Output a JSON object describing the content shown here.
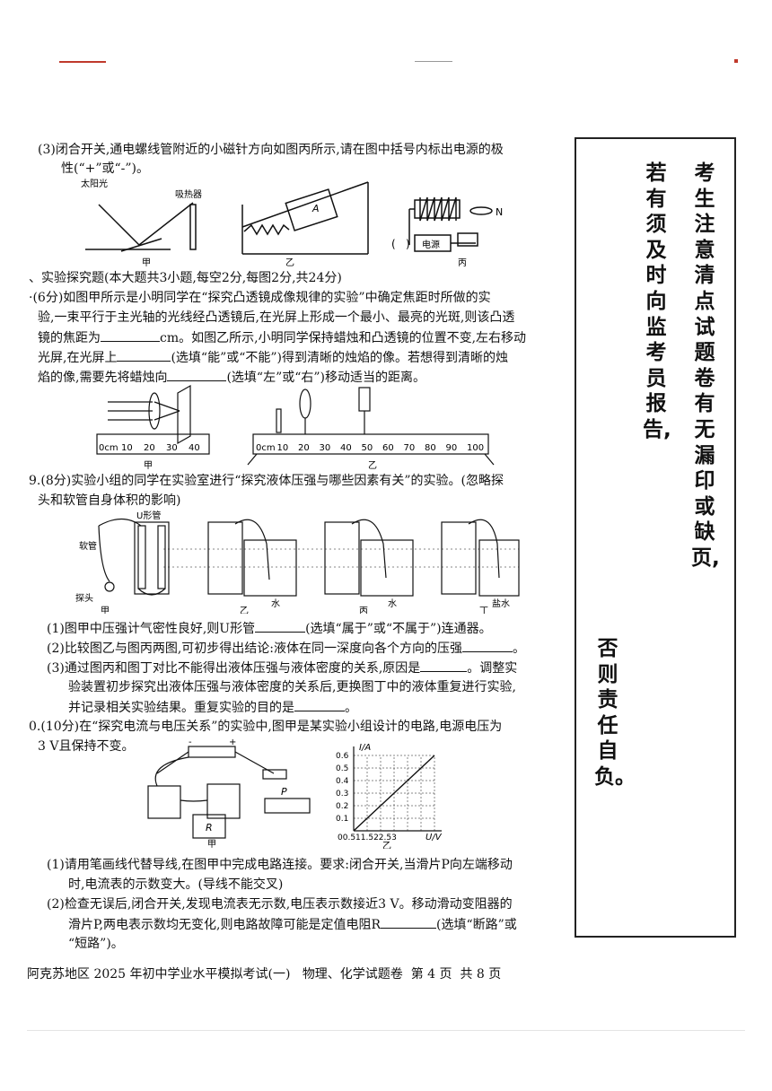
{
  "q3_part": {
    "line1": "(3)闭合开关,通电螺线管附近的小磁针方向如图丙所示,请在图中括号内标出电源的极",
    "line2": "性(“+”或“-”)。"
  },
  "fig_row1": {
    "sun_label": "太阳光",
    "absorber_label": "吸热器",
    "block_label": "A",
    "n_label": "N",
    "source_label": "电源",
    "bracket_open": "(",
    "bracket_close": ")",
    "cap_jia": "甲",
    "cap_yi": "乙",
    "cap_bing": "丙"
  },
  "section": {
    "title": "、实验探究题(本大题共3小题,每空2分,每图2分,共24分)"
  },
  "q18": {
    "line1": "·(6分)如图甲所示是小明同学在“探究凸透镜成像规律的实验”中确定焦距时所做的实",
    "line2": "验,一束平行于主光轴的光线经凸透镜后,在光屏上形成一个最小、最亮的光斑,则该凸透",
    "line3a": "镜的焦距为",
    "line3b": "cm。如图乙所示,小明同学保持蜡烛和凸透镜的位置不变,左右移动",
    "line4a": "光屏,在光屏上",
    "line4b": "(选填“能”或“不能”)得到清晰的烛焰的像。若想得到清晰的烛",
    "line5a": "焰的像,需要先将蜡烛向",
    "line5b": "(选填“左”或“右”)移动适当的距离。",
    "ruler_jia_labels": [
      "0cm",
      "10",
      "20",
      "30",
      "40"
    ],
    "ruler_yi_labels": [
      "0cm",
      "10",
      "20",
      "30",
      "40",
      "50",
      "60",
      "70",
      "80",
      "90",
      "100"
    ],
    "cap_jia": "甲",
    "cap_yi": "乙"
  },
  "q19": {
    "line1": "9.(8分)实验小组的同学在实验室进行“探究液体压强与哪些因素有关”的实验。(忽略探",
    "line2": "头和软管自身体积的影响)",
    "label_utube": "U形管",
    "label_hose": "软管",
    "label_probe": "探头",
    "water1": "水",
    "water2": "水",
    "saltwater": "盐水",
    "cap_jia": "甲",
    "cap_yi": "乙",
    "cap_bing": "丙",
    "cap_ding": "丁",
    "p1a": "(1)图甲中压强计气密性良好,则U形管",
    "p1b": "(选填“属于”或“不属于”)连通器。",
    "p2a": "(2)比较图乙与图丙两图,可初步得出结论:液体在同一深度向各个方向的压强",
    "p2b": "。",
    "p3a": "(3)通过图丙和图丁对比不能得出液体压强与液体密度的关系,原因是",
    "p3b": "。调整实",
    "p3c": "验装置初步探究出液体压强与液体密度的关系后,更换图丁中的液体重复进行实验,",
    "p3d": "并记录相关实验结果。重复实验的目的是",
    "p3e": "。"
  },
  "q20": {
    "line1": "0.(10分)在“探究电流与电压关系”的实验中,图甲是某实验小组设计的电路,电源电压为",
    "line2": "3 V且保持不变。",
    "minus": "-",
    "plus": "+",
    "label_p": "P",
    "label_r": "R",
    "cap_jia": "甲",
    "cap_yi": "乙",
    "p1a": "(1)请用笔画线代替导线,在图甲中完成电路连接。要求:闭合开关,当滑片P向左端移动",
    "p1b": "时,电流表的示数变大。(导线不能交叉)",
    "p2a": "(2)检查无误后,闭合开关,发现电流表无示数,电压表示数接近3 V。移动滑动变阻器的",
    "p2b": "滑片P,两电表示数均无变化,则电路故障可能是定值电阻R",
    "p2c": "(选填“断路”或",
    "p2d": "“短路”)。"
  },
  "chart_data": {
    "type": "line",
    "title": "",
    "xlabel": "U/V",
    "ylabel": "I/A",
    "x_ticks": [
      "0",
      "0.5",
      "1",
      "1.5",
      "2",
      "2.5",
      "3"
    ],
    "y_ticks": [
      "0.1",
      "0.2",
      "0.3",
      "0.4",
      "0.5",
      "0.6"
    ],
    "x_tick_text": "00.511.522.53",
    "xlim": [
      0,
      3
    ],
    "ylim": [
      0,
      0.6
    ],
    "grid": true,
    "series": [
      {
        "x": [
          0,
          3
        ],
        "y": [
          0,
          0.6
        ]
      }
    ]
  },
  "notice": {
    "col1": "考生注意清点试题卷有无漏印或缺页,",
    "col2": "若有须及时向监考员报告,",
    "col3": "否则责任自负。"
  },
  "footer": {
    "left": "阿克苏地区 2025 年初中学业水平模拟考试(一)",
    "subject": "物理、化学试题卷",
    "page": "第 4 页",
    "total": "共 8 页"
  },
  "colors": {
    "ink": "#111111",
    "red_mark": "#c0392b"
  }
}
